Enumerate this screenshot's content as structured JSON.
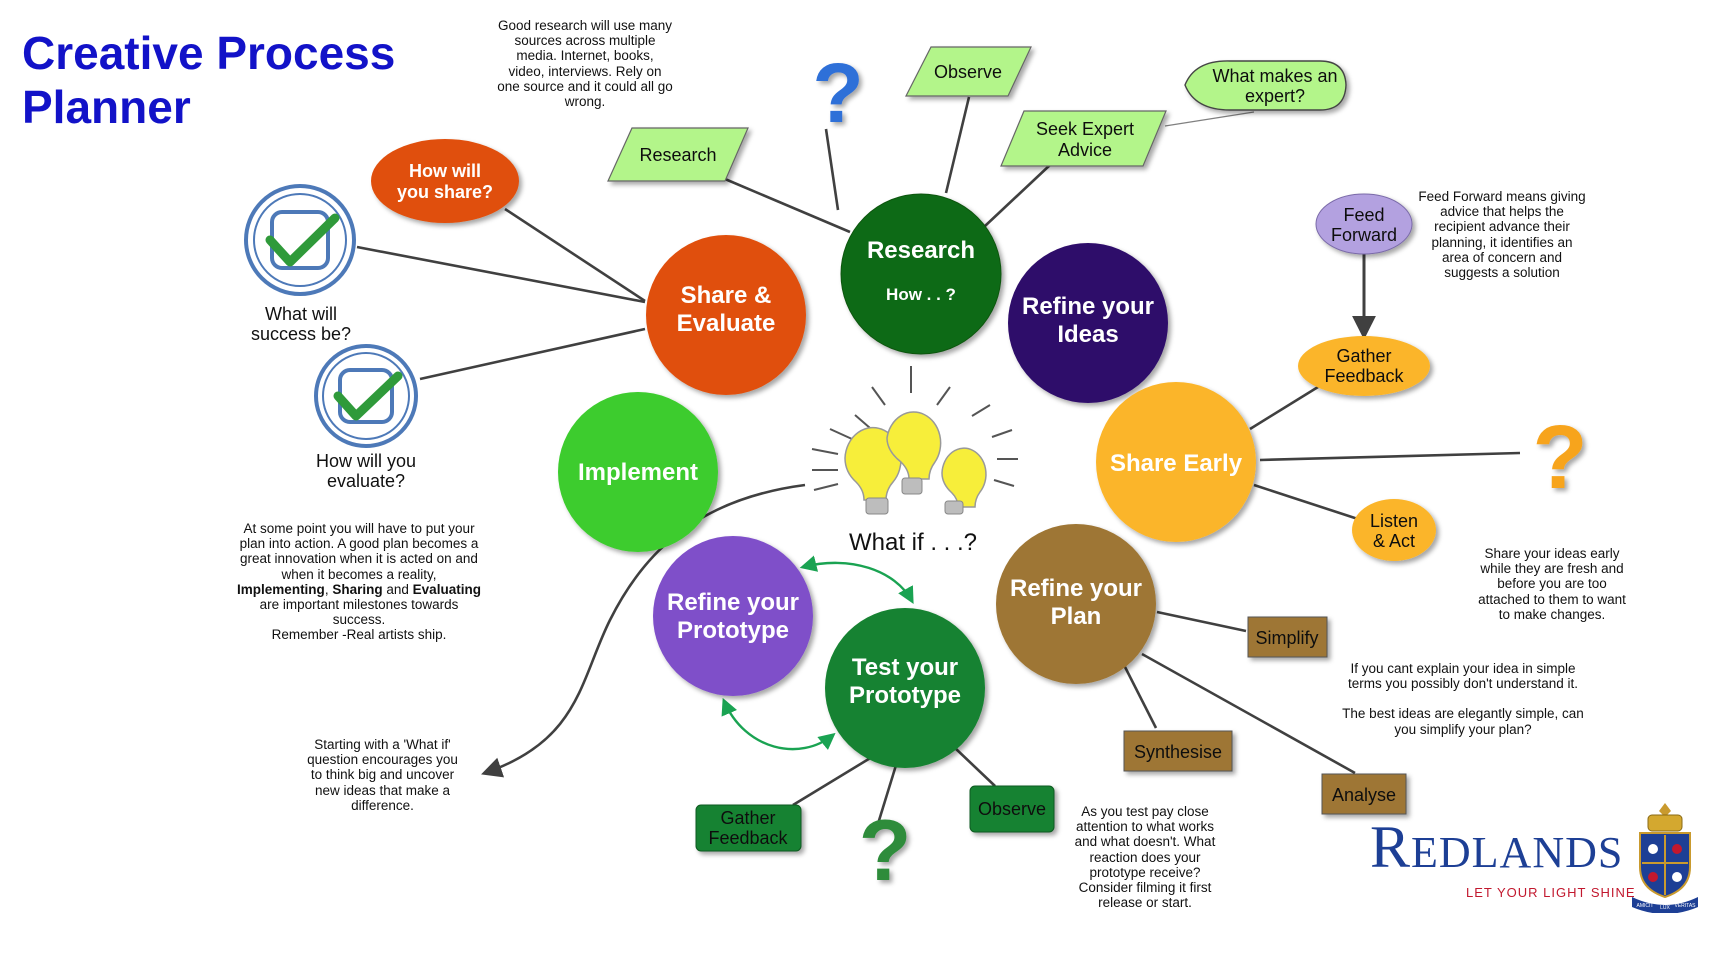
{
  "title": {
    "line1": "Creative Process",
    "line2": "Planner"
  },
  "center": {
    "label": "What if . . .?"
  },
  "stages": [
    {
      "id": "research",
      "lines": [
        "Research"
      ],
      "sub": "How . . ?",
      "color": "#0b6b14"
    },
    {
      "id": "refine-ideas",
      "lines": [
        "Refine your",
        "Ideas"
      ],
      "color": "#2e0a6a"
    },
    {
      "id": "share-early",
      "lines": [
        "Share Early"
      ],
      "color": "#fbb52b"
    },
    {
      "id": "refine-plan",
      "lines": [
        "Refine your",
        "Plan"
      ],
      "color": "#9e7635"
    },
    {
      "id": "test-prototype",
      "lines": [
        "Test your",
        "Prototype"
      ],
      "color": "#168230"
    },
    {
      "id": "refine-prototype",
      "lines": [
        "Refine your",
        "Prototype"
      ],
      "color": "#7f4fc9"
    },
    {
      "id": "implement",
      "lines": [
        "Implement"
      ],
      "color": "#3ccc2d"
    },
    {
      "id": "share-evaluate",
      "lines": [
        "Share &",
        "Evaluate"
      ],
      "color": "#e0500a"
    }
  ],
  "satellites": {
    "research": [
      "Research",
      "Observe",
      "Seek Expert Advice"
    ],
    "research_callout": "What makes an expert?",
    "share_evaluate_bubble": "How will you share?",
    "share_evaluate_checks": [
      "What will success be?",
      "How will you evaluate?"
    ],
    "share_early": {
      "feed_forward": "Feed Forward",
      "gather_feedback": "Gather Feedback",
      "listen": "Listen & Act"
    },
    "refine_plan": [
      "Simplify",
      "Synthesise",
      "Analyse"
    ],
    "test_prototype": [
      "Gather Feedback",
      "Observe"
    ]
  },
  "notes": {
    "research": "Good research will use many sources across multiple media. Internet, books, video, interviews. Rely on one source and it could all go wrong.",
    "feed_forward": "Feed Forward means giving advice that helps the recipient advance their planning, it identifies an area of concern and suggests a solution",
    "share_early": "Share your ideas early while they are fresh and before you are too attached to them to want to make changes.",
    "simplify_1": "If you cant explain your idea in simple terms you possibly don't understand it.",
    "simplify_2": "The best ideas are elegantly simple, can you simplify your plan?",
    "test": "As you test pay close attention to what works and what doesn't. What reaction does your prototype receive? Consider filming it first release or start.",
    "what_if": "Starting with a 'What if' question encourages you to think big and uncover new ideas that make a difference.",
    "implement": {
      "intro": "At some point you will have to put your plan into action. A good plan becomes a great innovation when it is acted on and when it becomes a reality,",
      "bold1": "Implementing",
      "sep1": ",",
      "bold2": "Sharing",
      "and": "and",
      "bold3": "Evaluating",
      "outro": "are important milestones towards success.",
      "remember": "Remember -Real artists ship."
    }
  },
  "logo": {
    "name_initial": "R",
    "name_rest": "EDLANDS",
    "tagline": "LET YOUR LIGHT SHINE",
    "motto_left": "AMICIT",
    "motto_mid": "LUX",
    "motto_right": "VERITAS"
  },
  "colors": {
    "title": "#1212c8",
    "question": "#2f6fd8",
    "question_orange": "#f7a41d",
    "question_green": "#2d8c3a",
    "connector": "#404040",
    "green_arrow": "#1aa352"
  }
}
